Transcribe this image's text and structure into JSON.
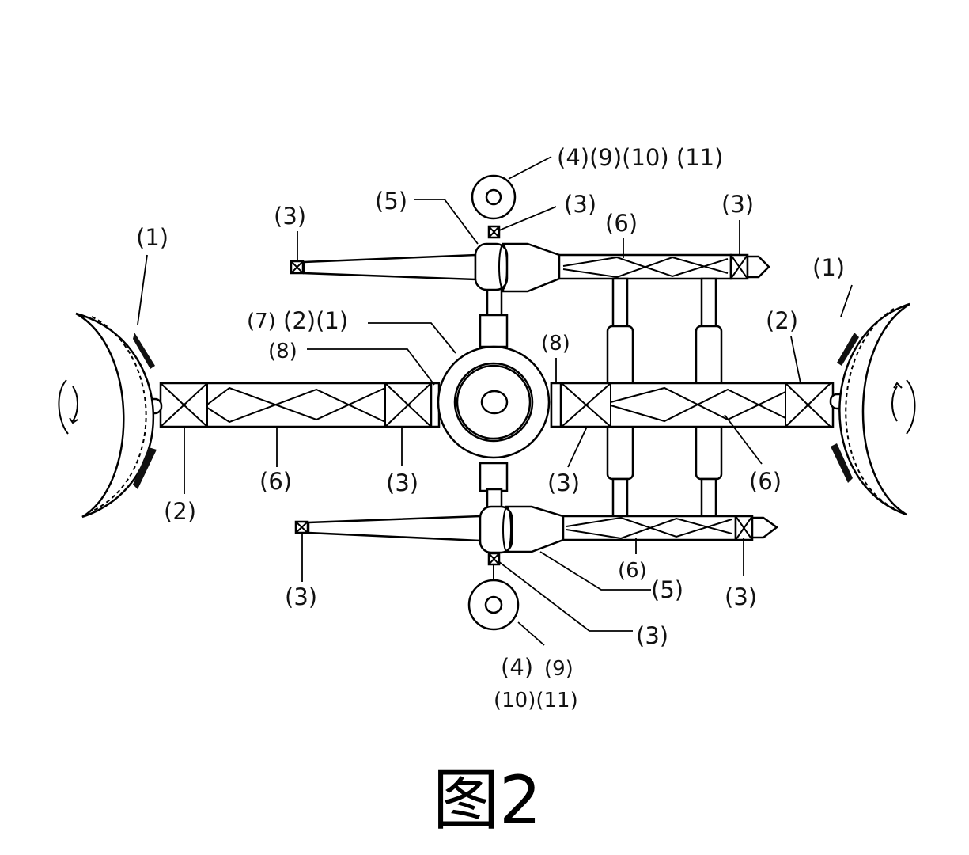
{
  "labels": {
    "top_wheel": "(4)(9)(10) (11)",
    "top_left_3": "(3)",
    "top_5": "(5)",
    "top_mid_3": "(3)",
    "top_6": "(6)",
    "top_right_3": "(3)",
    "left_1": "(1)",
    "right_1": "(1)",
    "center_7": "(7)",
    "center_2_1": "(2)(1)",
    "left_8": "(8)",
    "right_8": "(8)",
    "right_2": "(2)",
    "left_2": "(2)",
    "left_6": "(6)",
    "left_3": "(3)",
    "right_3": "(3)",
    "right_6": "(6)",
    "bottom_left_3": "(3)",
    "bottom_6": "(6)",
    "bottom_5": "(5)",
    "bottom_right_3": "(3)",
    "bottom_mid_3": "(3)",
    "bottom_wheel_a": "(4)",
    "bottom_wheel_b": "(9)",
    "bottom_wheel_c": "(10)(11)"
  },
  "caption": "图2"
}
